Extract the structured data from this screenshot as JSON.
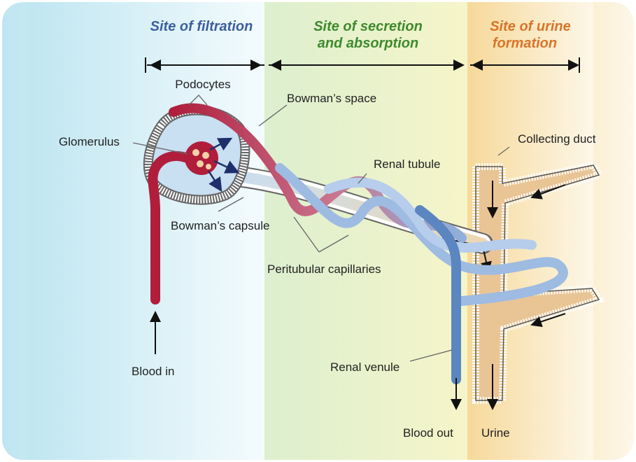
{
  "headers": {
    "filtration": "Site of filtration",
    "secretion_line1": "Site of secretion",
    "secretion_line2": "and absorption",
    "urine_line1": "Site of urine",
    "urine_line2": "formation"
  },
  "labels": {
    "podocytes": "Podocytes",
    "bowmans_space": "Bowman’s space",
    "glomerulus": "Glomerulus",
    "collecting_duct": "Collecting duct",
    "renal_tubule": "Renal tubule",
    "bowmans_capsule": "Bowman’s capsule",
    "peritubular_capillaries": "Peritubular capillaries",
    "blood_in": "Blood in",
    "renal_venule": "Renal venule",
    "blood_out": "Blood out",
    "urine": "Urine"
  },
  "colors": {
    "filtration_header": "#3d5f9e",
    "secretion_header": "#3e8a2e",
    "urine_header": "#d8742a",
    "artery": "#b01e3c",
    "vein": "#5b86c0",
    "duct": "#e9c595"
  }
}
